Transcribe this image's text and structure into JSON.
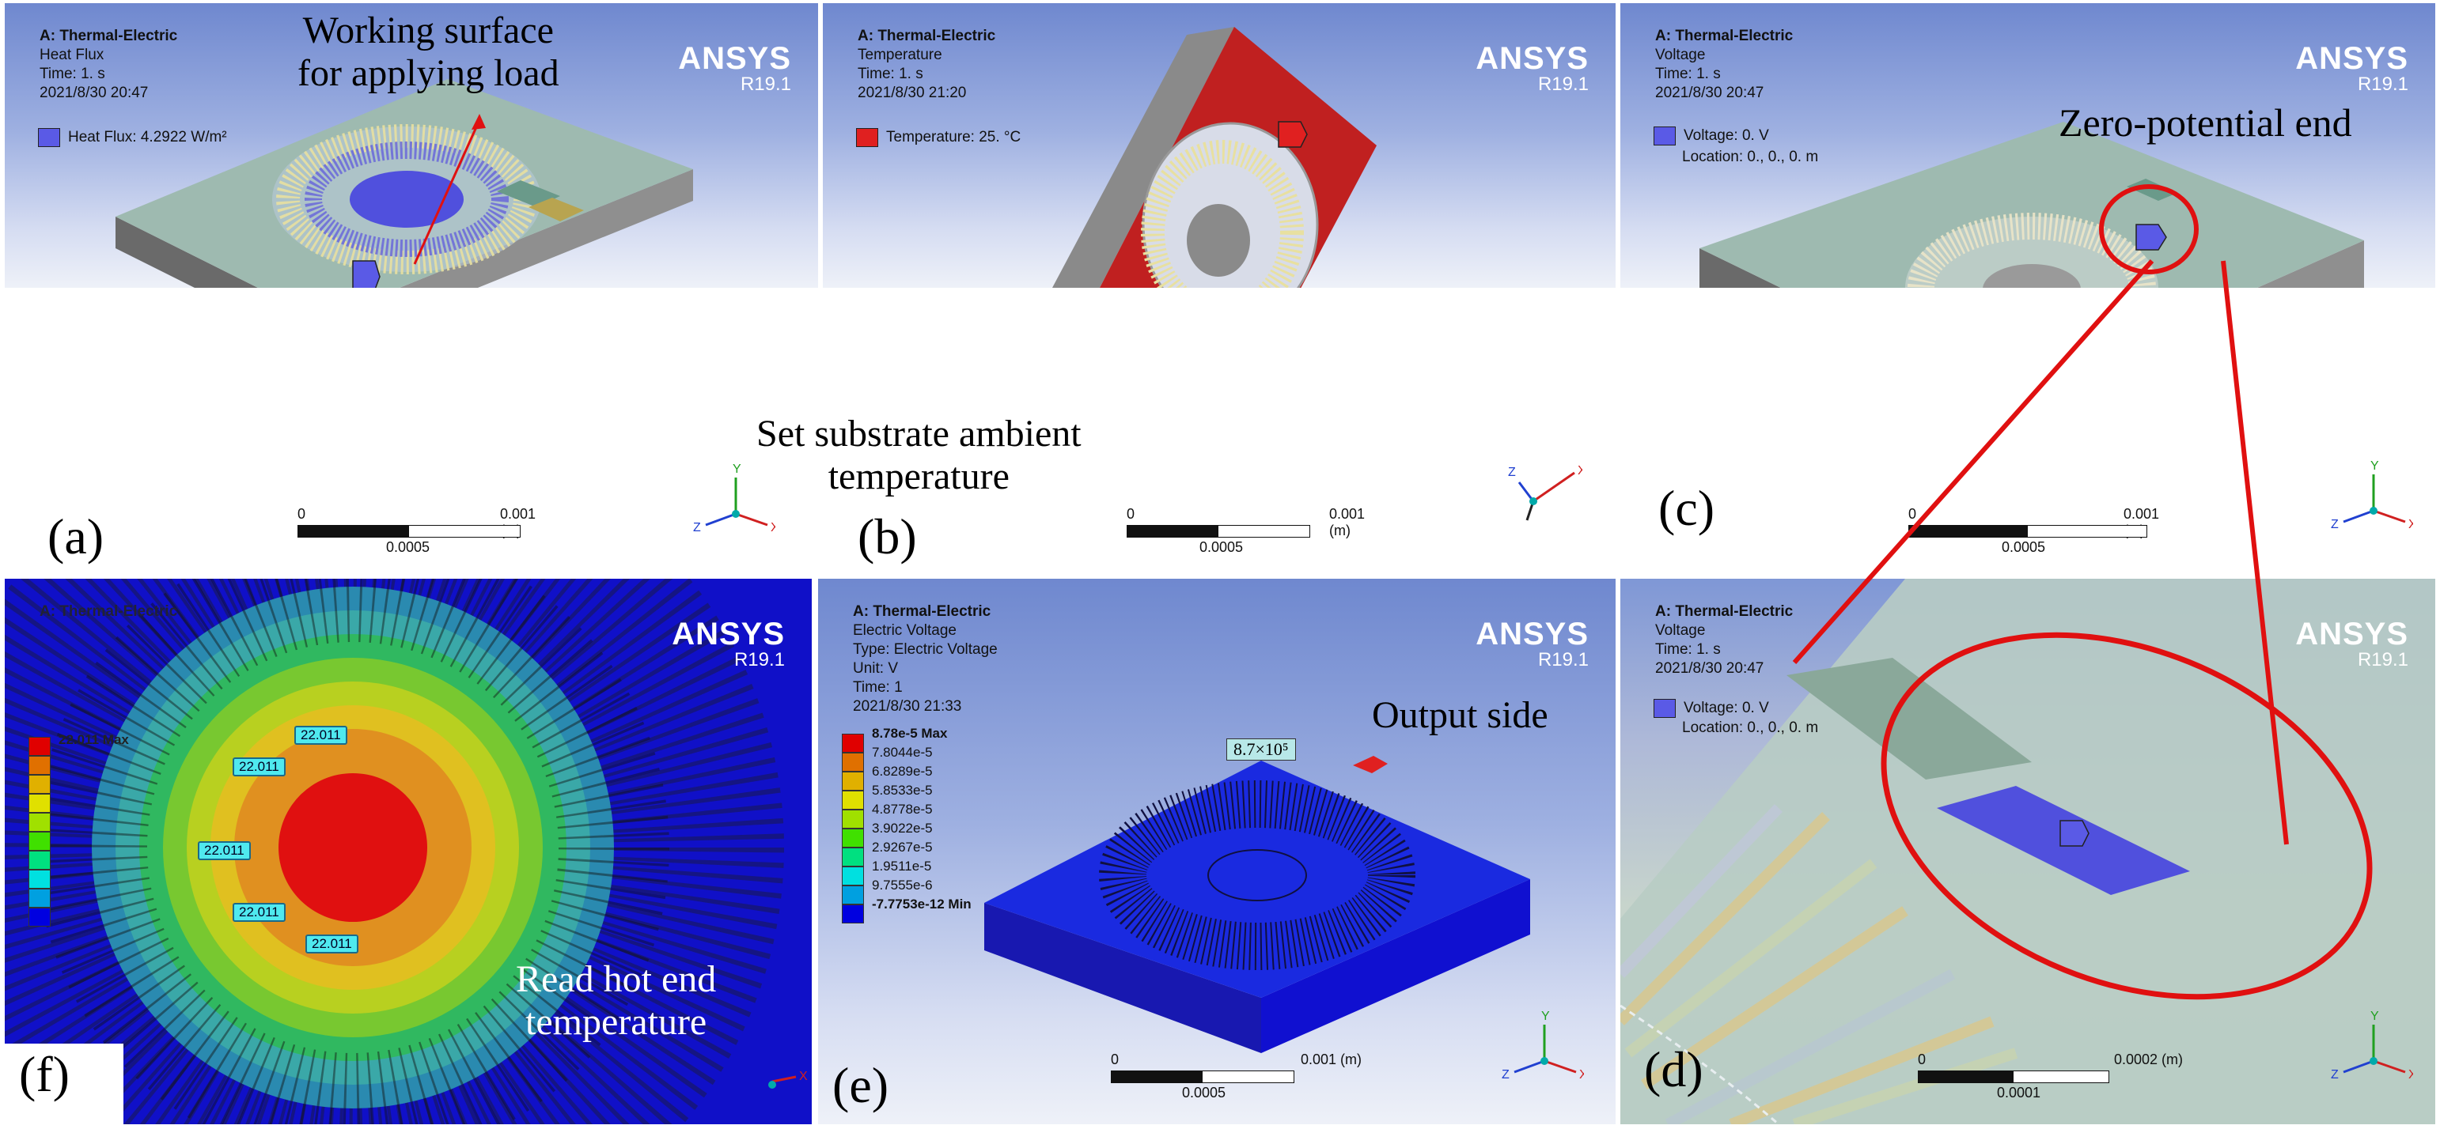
{
  "panels": {
    "a": {
      "label": "(a)",
      "title": "A: Thermal-Electric",
      "type": "Heat Flux",
      "time": "Time: 1. s",
      "date": "2021/8/30 20:47",
      "legend": "Heat Flux: 4.2922 W/m²",
      "legend_color": "#5a5ae6",
      "annotation_line1": "Working surface",
      "annotation_line2": "for applying load",
      "scale_min": "0",
      "scale_max": "0.001 (m)",
      "scale_mid": "0.0005"
    },
    "b": {
      "label": "(b)",
      "title": "A: Thermal-Electric",
      "type": "Temperature",
      "time": "Time: 1. s",
      "date": "2021/8/30 21:20",
      "legend": "Temperature: 25. °C",
      "legend_color": "#e02020",
      "annotation_line1": "Set substrate ambient",
      "annotation_line2": "temperature",
      "scale_min": "0",
      "scale_max": "0.001 (m)",
      "scale_mid": "0.0005"
    },
    "c": {
      "label": "(c)",
      "title": "A: Thermal-Electric",
      "type": "Voltage",
      "time": "Time: 1. s",
      "date": "2021/8/30 20:47",
      "legend": "Voltage: 0. V",
      "location": "Location: 0., 0., 0. m",
      "legend_color": "#5a5ae6",
      "annotation": "Zero-potential end",
      "scale_min": "0",
      "scale_max": "0.001 (m)",
      "scale_mid": "0.0005"
    },
    "d": {
      "label": "(d)",
      "title": "A: Thermal-Electric",
      "type": "Voltage",
      "time": "Time: 1. s",
      "date": "2021/8/30 20:47",
      "legend": "Voltage: 0. V",
      "location": "Location: 0., 0., 0. m",
      "legend_color": "#5a5ae6",
      "scale_min": "0",
      "scale_max": "0.0002 (m)",
      "scale_mid": "0.0001"
    },
    "e": {
      "label": "(e)",
      "title": "A: Thermal-Electric",
      "type": "Electric Voltage",
      "type2": "Type: Electric Voltage",
      "unit": "Unit: V",
      "time": "Time: 1",
      "date": "2021/8/30 21:33",
      "colorbar": [
        "8.78e-5 Max",
        "7.8044e-5",
        "6.8289e-5",
        "5.8533e-5",
        "4.8778e-5",
        "3.9022e-5",
        "2.9267e-5",
        "1.9511e-5",
        "9.7555e-6",
        "-7.7753e-12 Min"
      ],
      "probe": "8.7×10⁵",
      "annotation": "Output side",
      "scale_min": "0",
      "scale_max": "0.001 (m)",
      "scale_mid": "0.0005"
    },
    "f": {
      "label": "(f)",
      "title": "A: Thermal-Electric",
      "max_label": "22.011 Max",
      "probes": [
        "22.011",
        "22.011",
        "22.011",
        "22.011",
        "22.011"
      ],
      "annotation_line1": "Read hot end",
      "annotation_line2": "temperature"
    }
  },
  "ansys": {
    "brand": "ANSYS",
    "version": "R19.1"
  },
  "colors": {
    "colorbar": [
      "#e00000",
      "#e07000",
      "#e0b000",
      "#e0e000",
      "#a0e000",
      "#40e000",
      "#00e080",
      "#00e0e0",
      "#00a0e0",
      "#0000e0"
    ],
    "accent_red": "#e00000"
  }
}
